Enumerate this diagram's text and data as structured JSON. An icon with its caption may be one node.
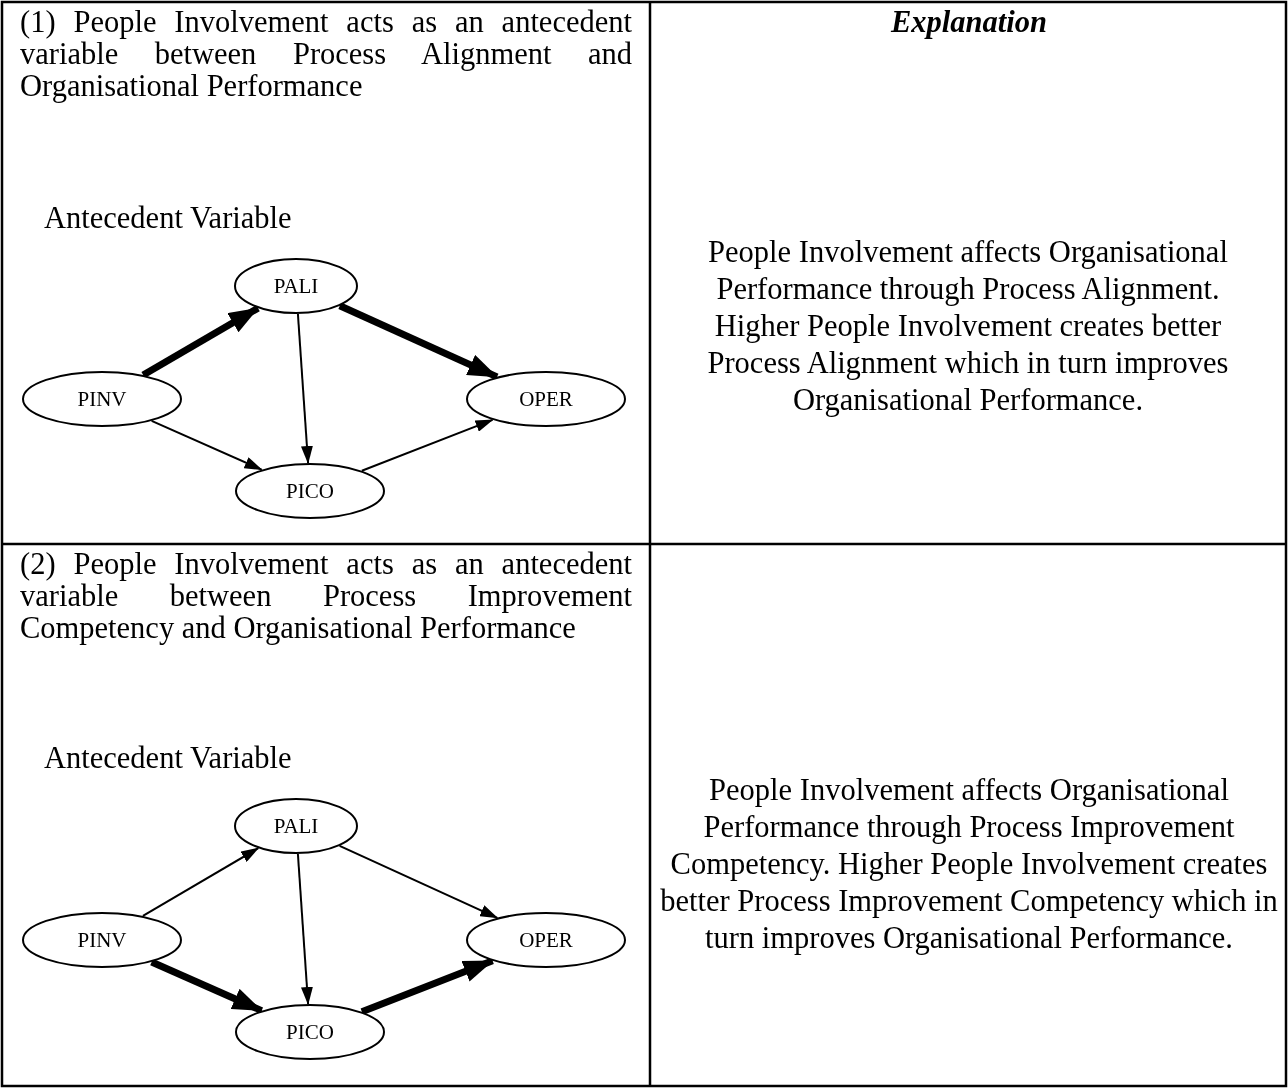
{
  "diagram": {
    "nodes": [
      {
        "text": [
          "PALI"
        ]
      },
      {
        "text": [
          "PINV"
        ]
      },
      {
        "text": [
          "OPER"
        ]
      },
      {
        "text": [
          "PICO"
        ]
      },
      {
        "text": [
          "PALI"
        ]
      },
      {
        "text": [
          "PINV"
        ]
      },
      {
        "text": [
          "OPER"
        ]
      },
      {
        "text": [
          "PICO"
        ]
      }
    ],
    "edges": [
      {
        "from": 1,
        "to": 0,
        "arrow": "to",
        "style": "thick"
      },
      {
        "from": 0,
        "to": 2,
        "arrow": "to",
        "style": "thick"
      },
      {
        "from": 0,
        "to": 3,
        "arrow": "to"
      },
      {
        "from": 1,
        "to": 3,
        "arrow": "to"
      },
      {
        "from": 3,
        "to": 2,
        "arrow": "to"
      },
      {
        "from": 5,
        "to": 4,
        "arrow": "to"
      },
      {
        "from": 4,
        "to": 6,
        "arrow": "to"
      },
      {
        "from": 4,
        "to": 7,
        "arrow": "to"
      },
      {
        "from": 5,
        "to": 7,
        "arrow": "to",
        "style": "thick"
      },
      {
        "from": 7,
        "to": 6,
        "arrow": "to",
        "style": "thick"
      }
    ],
    "labels": [
      "(1) People Involvement acts as an antecedent variable between Process Alignment and Organisational Performance",
      "Explanation",
      "Antecedent Variable",
      "People Involvement affects Organisational Performance through Process Alignment. Higher People Involvement creates better Process Alignment which in turn improves Organisational Performance.",
      "(2) People Involvement acts as an antecedent variable between Process Improvement Competency and Organisational Performance",
      "Antecedent Variable",
      "People Involvement affects Organisational Performance through Process Improvement Competency. Higher People Involvement creates better Process Improvement Competency which in turn improves Organisational Performance."
    ]
  }
}
